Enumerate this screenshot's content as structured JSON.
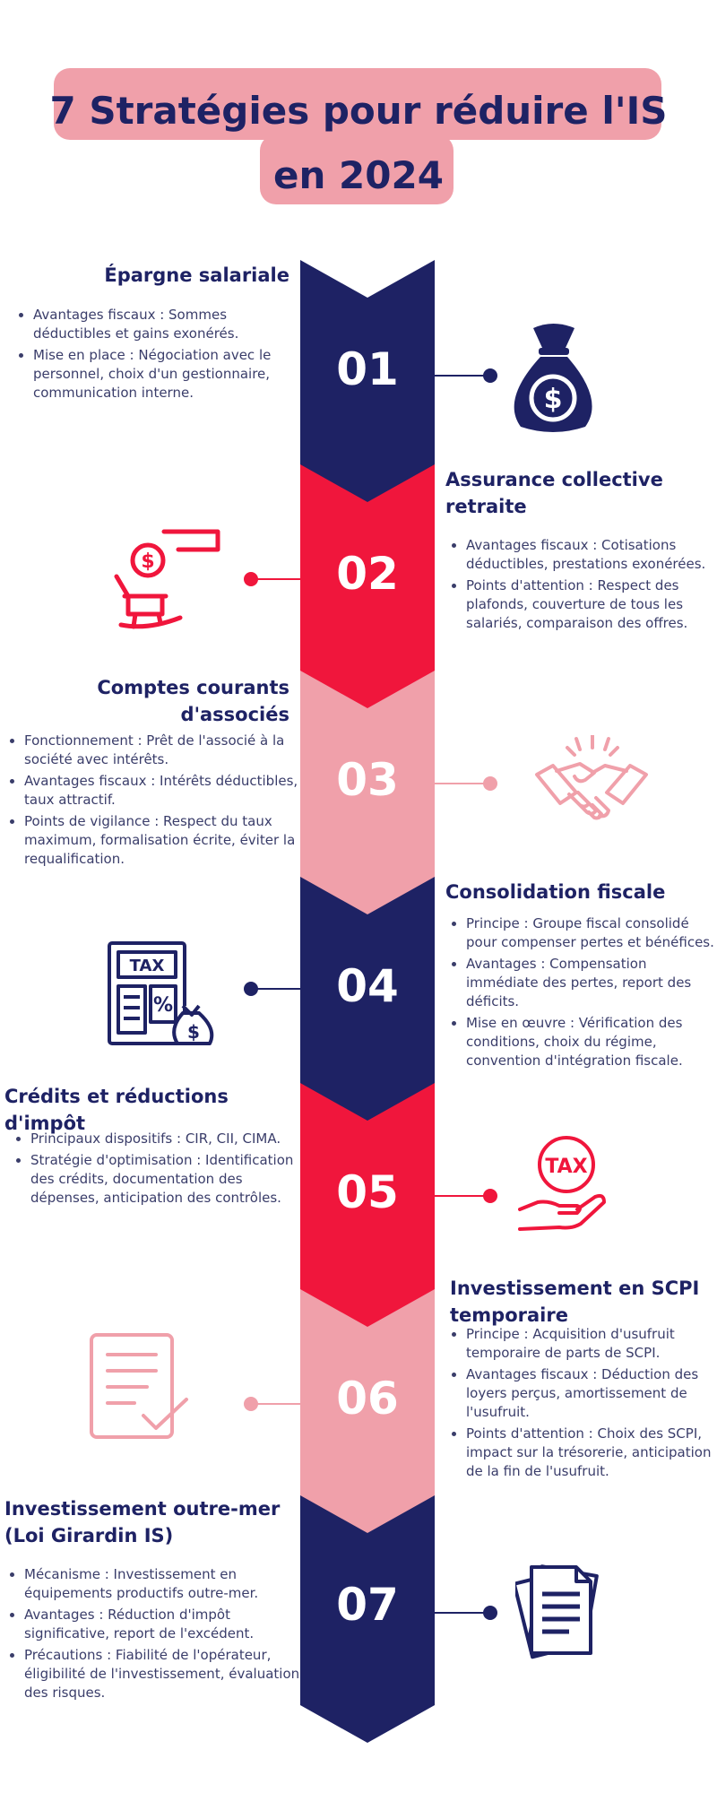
{
  "title": {
    "line1": "7 Stratégies pour réduire l'IS",
    "line2": "en 2024"
  },
  "colors": {
    "navy": "#1e2264",
    "red": "#f0163c",
    "pink": "#f0a0aa",
    "text": "#3a3d6a"
  },
  "strategies": [
    {
      "number": "01",
      "heading": "Épargne salariale",
      "bullets": [
        "Avantages fiscaux : Sommes déductibles et gains exonérés.",
        "Mise en place : Négociation avec le personnel, choix d'un gestionnaire, communication interne."
      ],
      "icon": "money-bag-icon"
    },
    {
      "number": "02",
      "heading": "Assurance collective retraite",
      "bullets": [
        "Avantages fiscaux : Cotisations déductibles, prestations exonérées.",
        "Points d'attention : Respect des plafonds, couverture de tous les salariés, comparaison des offres."
      ],
      "icon": "rocking-chair-coin-icon"
    },
    {
      "number": "03",
      "heading": "Comptes courants d'associés",
      "bullets": [
        "Fonctionnement : Prêt de l'associé à la société avec intérêts.",
        "Avantages fiscaux : Intérêts déductibles, taux attractif.",
        "Points de vigilance : Respect du taux maximum, formalisation écrite, éviter la requalification."
      ],
      "icon": "handshake-icon"
    },
    {
      "number": "04",
      "heading": "Consolidation fiscale",
      "bullets": [
        "Principe : Groupe fiscal consolidé pour compenser pertes et bénéfices.",
        "Avantages : Compensation immédiate des pertes, report des déficits.",
        "Mise en œuvre : Vérification des conditions, choix du régime, convention d'intégration fiscale."
      ],
      "icon": "tax-calculator-icon",
      "icon_label": "TAX"
    },
    {
      "number": "05",
      "heading": "Crédits et réductions d'impôt",
      "bullets": [
        "Principaux dispositifs : CIR, CII, CIMA.",
        "Stratégie d'optimisation : Identification des crédits, documentation des dépenses, anticipation des contrôles."
      ],
      "icon": "tax-hand-icon",
      "icon_label": "TAX"
    },
    {
      "number": "06",
      "heading": "Investissement en SCPI temporaire",
      "bullets": [
        "Principe : Acquisition d'usufruit temporaire de parts de SCPI.",
        "Avantages fiscaux : Déduction des loyers perçus, amortissement de l'usufruit.",
        "Points d'attention : Choix des SCPI, impact sur la trésorerie, anticipation de la fin de l'usufruit."
      ],
      "icon": "document-check-icon"
    },
    {
      "number": "07",
      "heading": "Investissement outre-mer (Loi Girardin IS)",
      "bullets": [
        "Mécanisme : Investissement en équipements productifs outre-mer.",
        "Avantages : Réduction d'impôt significative, report de l'excédent.",
        "Précautions : Fiabilité de l'opérateur, éligibilité de l'investissement, évaluation des risques."
      ],
      "icon": "documents-stack-icon"
    }
  ]
}
